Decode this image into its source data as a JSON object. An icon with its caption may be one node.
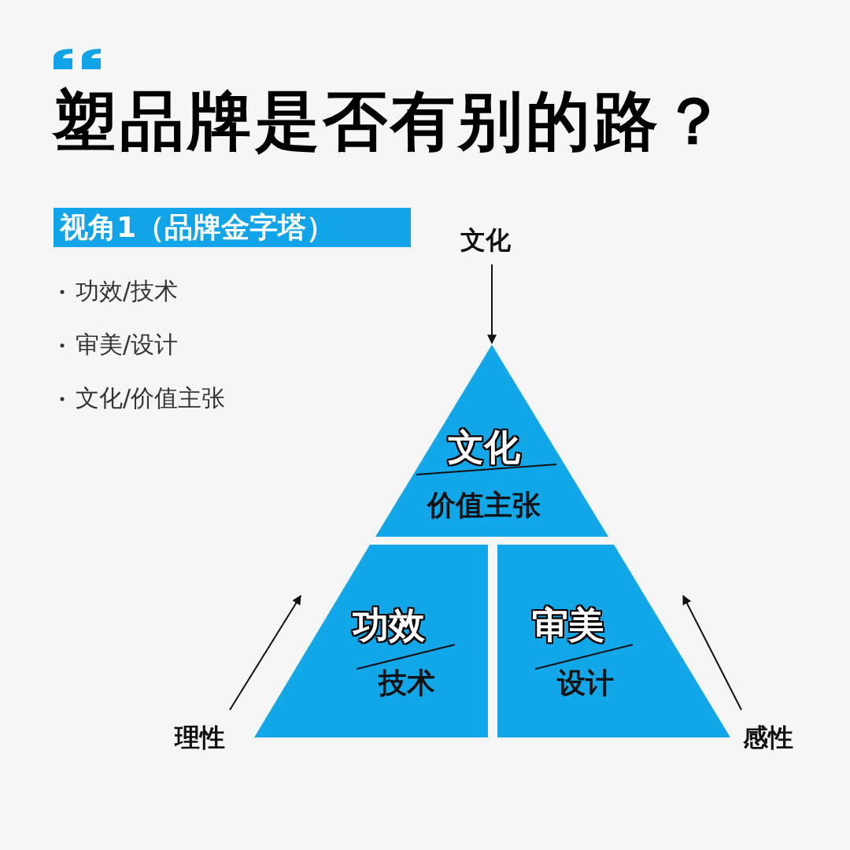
{
  "diagram": {
    "title": "塑品牌是否有别的路？",
    "nodes": [
      {
        "text": [
          "视角1（品牌金字塔）"
        ]
      },
      {
        "text": [
          "文化"
        ]
      },
      {
        "text": [
          "文化",
          "价值主张"
        ]
      },
      {
        "text": [
          "功效",
          "技术"
        ]
      },
      {
        "text": [
          "审美",
          "设计"
        ]
      },
      {
        "text": [
          "理性"
        ]
      },
      {
        "text": [
          "感性"
        ]
      }
    ],
    "edges": [
      {
        "from": 1,
        "to": 2,
        "arrow": "to"
      },
      {
        "from": 5,
        "to": null,
        "arrow": "to"
      },
      {
        "from": 6,
        "to": null,
        "arrow": "to"
      }
    ],
    "labels": [
      "功效/技术",
      "审美/设计",
      "文化/价值主张"
    ]
  }
}
